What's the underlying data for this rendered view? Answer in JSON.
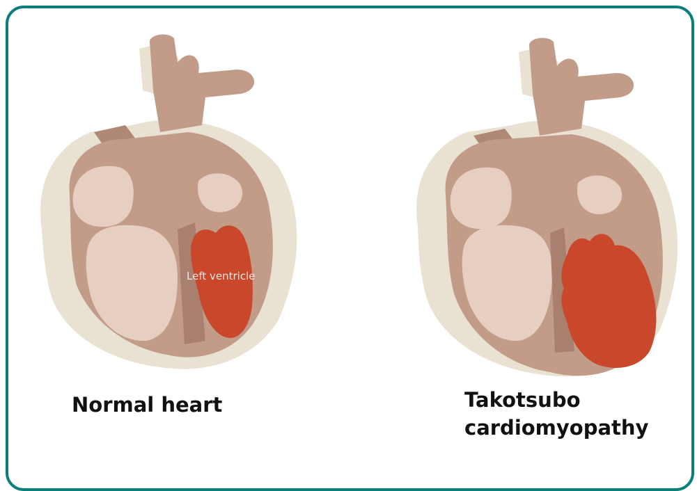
{
  "panels": [
    {
      "caption": "Normal heart",
      "inner_label": "Left ventricle"
    },
    {
      "caption_line1": "Takotsubo",
      "caption_line2": "cardiomyopathy"
    }
  ],
  "colors": {
    "frame": "#0a7f7a",
    "shadow": "#e9e2d2",
    "heart_body": "#c29c89",
    "heart_dark": "#a98070",
    "chamber_light": "#e6cfc0",
    "left_ventricle": "#c9472a"
  }
}
